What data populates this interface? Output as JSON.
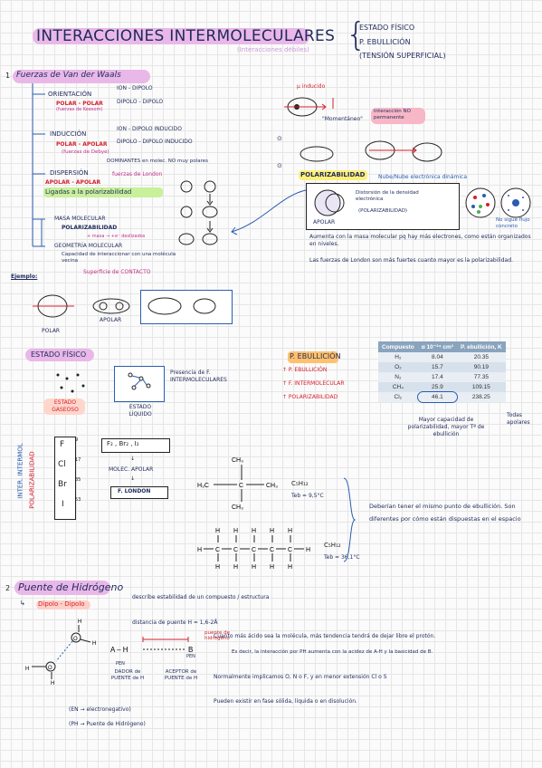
{
  "header": {
    "title": "INTERACCIONES INTERMOLECULARES",
    "subtitle": "(Interacciones débiles)",
    "right_1": "ESTADO FÍSICO",
    "right_2": "P. EBULLICIÓN",
    "right_3": "(TENSIÓN SUPERFICIAL)"
  },
  "s1": {
    "heading_num": "1",
    "heading": "Fuerzas de Van der Waals",
    "orient": "ORIENTACIÓN",
    "ion_dipolo": "ION - DIPOLO",
    "dip_dip": "DIPOLO - DIPOLO",
    "polar_polar": "POLAR - POLAR",
    "keesom": "(fuerzas de Keesom)",
    "induccion": "INDUCCIÓN",
    "ion_dip_ind": "ION - DIPOLO INDUCIDO",
    "dip_dip_ind": "DIPOLO - DIPOLO INDUCIDO",
    "polar_apolar": "POLAR - APOLAR",
    "debye": "(fuerzas de Debye)",
    "dominantes": "DOMINANTES en molec. NO muy polares",
    "dispersion": "DISPERSIÓN",
    "london_note": "fuerzas de London",
    "apolar_apolar": "APOLAR - APOLAR",
    "ligadas": "Ligadas a la polarizabilidad",
    "masa": "MASA MOLECULAR",
    "polariz": "POLARIZABILIDAD",
    "masa_note": "+ masa → +e⁻ deslizados",
    "geometria": "GEOMETRÍA MOLECULAR",
    "geo_note": "Capacidad de interaccionar con una molécula vecina",
    "superficie": "Superficie de CONTACTO",
    "mu_inducido": "μ inducido",
    "momentaneo": "\"Momentáneo\"",
    "interaccion_np": "Interacción NO permanente",
    "polarizabilidad_box": "POLARIZABILIDAD",
    "nube": "Nube/Nube electrónica dinámica",
    "distorsion": "Distorsión de la densidad electrónica",
    "polariz_small": "(POLARIZABILIDAD)",
    "apolar": "APOLAR",
    "no_sigue": "No sigue flujo concreto",
    "aumenta": "Aumenta con la masa molecular pq hay más electrones, como están organizados en niveles.",
    "fuerzas_london": "Las fuerzas de London son más fuertes cuanto mayor es la polarizabilidad.",
    "ejemplo": "Ejemplo:",
    "polar_lbl": "POLAR",
    "apolar_lbl": "APOLAR"
  },
  "estado": {
    "title": "ESTADO FÍSICO",
    "gaseoso": "ESTADO GASEOSO",
    "liquido": "ESTADO LÍQUIDO",
    "presencia": "Presencia de F. INTERMOLECULARES"
  },
  "ebull": {
    "title": "P. EBULLICIÓN",
    "l1": "↑ P. EBULLICIÓN",
    "l2": "↑ F. INTERMOLECULAR",
    "l3": "↑ POLARIZABILIDAD"
  },
  "table": {
    "headers": [
      "Compuesto",
      "α 10⁻²⁴ cm³",
      "P. ebullición, K"
    ],
    "rows": [
      [
        "H₂",
        "8.04",
        "20.35"
      ],
      [
        "O₂",
        "15.7",
        "90.19"
      ],
      [
        "N₂",
        "17.4",
        "77.35"
      ],
      [
        "CH₄",
        "25.9",
        "109.15"
      ],
      [
        "Cl₂",
        "46.1",
        "238.25"
      ]
    ],
    "note1": "Mayor capacidad de polarizabilidad, mayor Tª de ebullición",
    "note2": "Todas apolares"
  },
  "halogens": {
    "inter": "INTER. INTERMOL",
    "polariz": "POLARIZABILIDAD",
    "elements": [
      "F",
      "Cl",
      "Br",
      "I"
    ],
    "numbers": [
      "9",
      "17",
      "35",
      "53"
    ],
    "formula": "F₂ , Br₂ , I₂",
    "molec": "MOLEC. APOLAR",
    "london": "F. LONDON"
  },
  "alkanes": {
    "c5": "C₅H₁₂",
    "teb1": "Teb = 9,5°C",
    "teb2": "Teb = 36,1°C",
    "note": "Deberían tener el mismo punto de ebullición. Son diferentes por cómo están dispuestas en el espacio"
  },
  "s2": {
    "num": "2",
    "heading": "Puente de Hidrógeno",
    "dipolo": "Dipolo - Dipolo",
    "describe": "describe estabilidad de un compuesto / estructura",
    "distancia": "distancia de puente H = 1,6-2Å",
    "puente": "puente de hidrógeno",
    "dador": "DADOR de PUENTE de H",
    "aceptor": "ACEPTOR de PUENTE de H",
    "pen": "PEN",
    "b1": "Cuanto más ácido sea la molécula, más tendencia tendrá de dejar libre el protón.",
    "b1b": "Es decir, la interacción por PH aumenta con la acidez de A-H y la basicidad de B.",
    "b2": "Normalmente implicamos O, N o F, y en menor extensión Cl o S",
    "b3": "Pueden existir en fase sólida, líquida o en disolución.",
    "leg1": "(EN → electronegativo)",
    "leg2": "(PH → Puente de Hidrógeno)"
  }
}
